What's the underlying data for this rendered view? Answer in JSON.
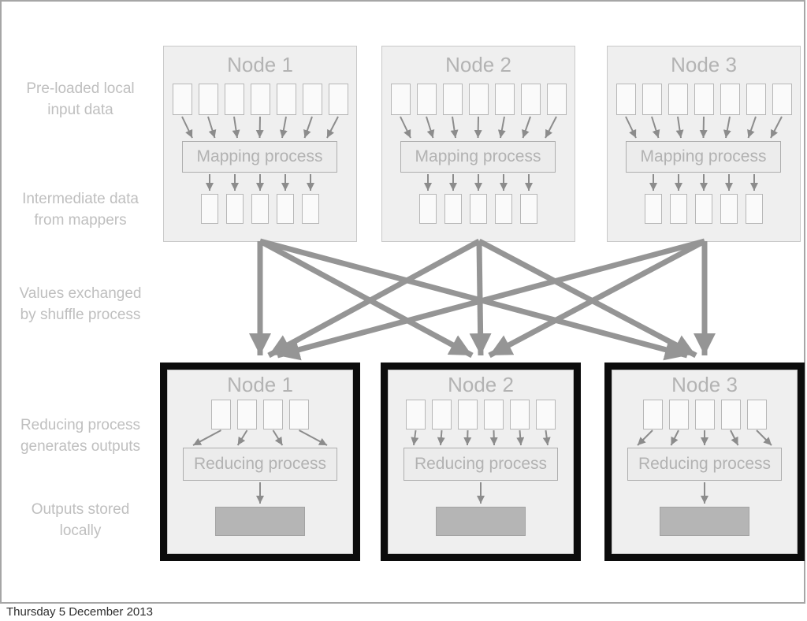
{
  "slide": {
    "footer_text": "Thursday 5 December 2013"
  },
  "row_labels": [
    {
      "text": "Pre-loaded local\ninput data"
    },
    {
      "text": "Intermediate data\nfrom mappers"
    },
    {
      "text": "Values exchanged\nby shuffle process"
    },
    {
      "text": "Reducing process\ngenerates outputs"
    },
    {
      "text": "Outputs stored\nlocally"
    }
  ],
  "diagram": {
    "map_nodes": [
      {
        "title": "Node 1",
        "process_label": "Mapping process",
        "input_count": 7,
        "output_count": 5
      },
      {
        "title": "Node 2",
        "process_label": "Mapping process",
        "input_count": 7,
        "output_count": 5
      },
      {
        "title": "Node 3",
        "process_label": "Mapping process",
        "input_count": 7,
        "output_count": 5
      }
    ],
    "reduce_nodes": [
      {
        "title": "Node 1",
        "process_label": "Reducing process",
        "input_count": 4,
        "has_output_store": true
      },
      {
        "title": "Node 2",
        "process_label": "Reducing process",
        "input_count": 6,
        "has_output_store": true
      },
      {
        "title": "Node 3",
        "process_label": "Reducing process",
        "input_count": 5,
        "has_output_store": true
      }
    ],
    "shuffle": {
      "pattern": "all-to-all",
      "arrow_count": 9
    }
  },
  "colors": {
    "slide_border": "#a6a6a6",
    "node_fill": "#efefef",
    "node_border": "#c9c9c9",
    "cell_fill": "#fafafa",
    "cell_border": "#b7b7b7",
    "process_fill": "#ececec",
    "text_gray": "#b3b3b3",
    "label_gray": "#bfbfbf",
    "small_arrow": "#8c8c8c",
    "shuffle_arrow": "#959595",
    "reduce_frame_black": "#0c0c0c",
    "store_fill": "#b5b5b5",
    "footer_text": "#2e2e2e"
  }
}
